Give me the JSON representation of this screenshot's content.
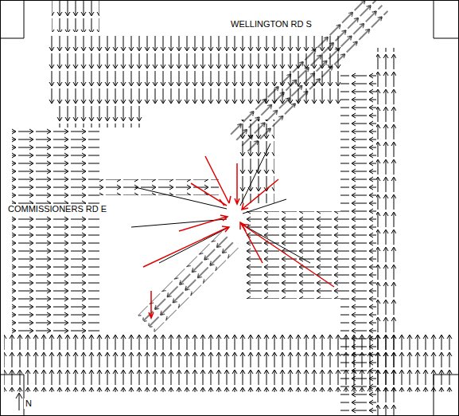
{
  "diagram": {
    "labels": [
      "WELLINGTON RD S",
      "COMMISSIONERS RD E",
      "N"
    ]
  }
}
